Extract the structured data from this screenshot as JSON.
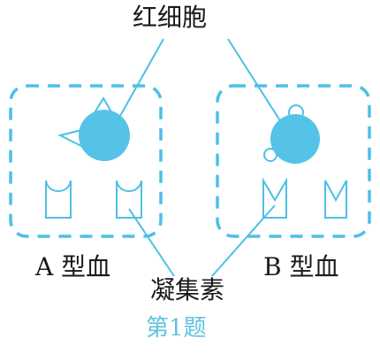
{
  "labels": {
    "red_blood_cell": "红细胞",
    "type_a": "A 型血",
    "type_b": "B 型血",
    "agglutinin": "凝集素",
    "caption": "第1题"
  },
  "colors": {
    "accent": "#4cc0e6",
    "cell_fill": "#55c3e8",
    "text": "#1a1a1a",
    "caption": "#5ec3df"
  }
}
